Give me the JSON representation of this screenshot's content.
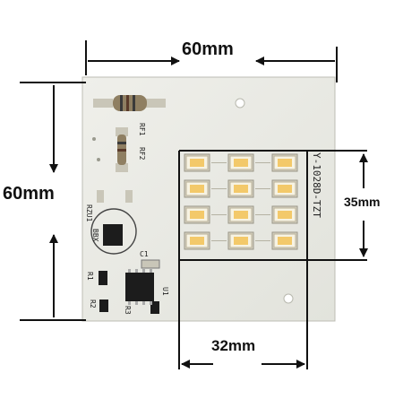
{
  "dimensions": {
    "board_width": "60mm",
    "board_height": "60mm",
    "led_area_height": "35mm",
    "led_area_width": "32mm"
  },
  "silkscreen": {
    "rf1": "RF1",
    "rf2": "RF2",
    "rzu": "RZU1",
    "bbx": "BBX",
    "c1": "C1",
    "r1": "R1",
    "r2": "R2",
    "r3": "R3",
    "u1": "U1",
    "part_number": "Y-1028D-TZT"
  },
  "led_grid": {
    "rows": 4,
    "columns": 3,
    "count": 12
  },
  "colors": {
    "board": "#e9eae4",
    "led_phosphor": "#f3c96a",
    "dimension_lines": "#111111",
    "solder_pad": "#c9c6b8"
  }
}
